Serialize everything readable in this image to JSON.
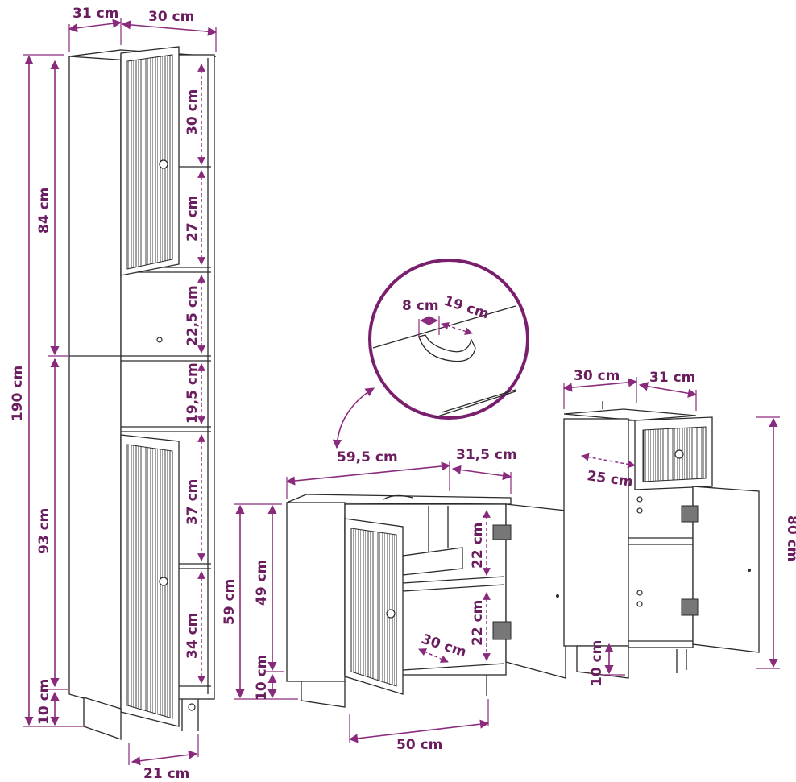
{
  "colors": {
    "dimension": "#8a2a7c",
    "dimension_text": "#6b1e5f",
    "outline": "#2a2a2a"
  },
  "tall_cabinet": {
    "depth": "31 cm",
    "width": "30 cm",
    "total_height": "190 cm",
    "upper_height": "84 cm",
    "lower_height": "93 cm",
    "leg_height": "10 cm",
    "plinth_width": "21 cm",
    "shelf_1": "30 cm",
    "shelf_2": "27 cm",
    "shelf_3": "22,5 cm",
    "shelf_4": "19,5 cm",
    "shelf_5": "37 cm",
    "shelf_6": "34 cm"
  },
  "sink_cabinet": {
    "width": "59,5 cm",
    "depth": "31,5 cm",
    "total_height": "59 cm",
    "body_height": "49 cm",
    "leg_height": "10 cm",
    "base_width": "50 cm",
    "upper_compartment": "22 cm",
    "lower_compartment": "22 cm",
    "shelf_depth": "30 cm"
  },
  "cutout_detail": {
    "notch_width": "8 cm",
    "notch_depth": "19 cm"
  },
  "small_cabinet": {
    "width": "30 cm",
    "depth": "31 cm",
    "drawer_depth": "25 cm",
    "height": "80 cm",
    "leg_height": "10 cm"
  }
}
